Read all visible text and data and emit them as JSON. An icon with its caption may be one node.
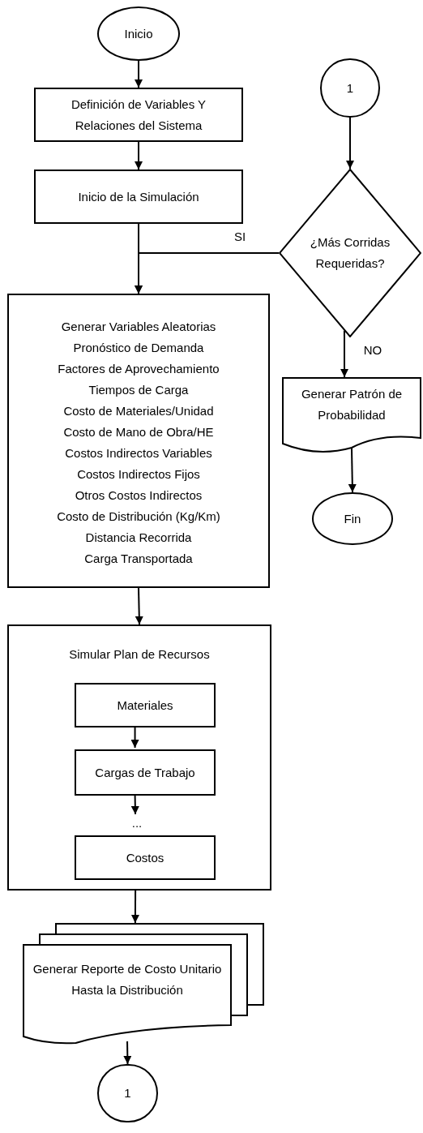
{
  "diagram": {
    "nodes": [
      {
        "text": [
          "Inicio"
        ]
      },
      {
        "text": [
          "1"
        ]
      },
      {
        "text": [
          "Definición de Variables Y Relaciones del Sistema"
        ]
      },
      {
        "text": [
          "Inicio de la Simulación"
        ]
      },
      {
        "text": [
          "¿Más Corridas Requeridas?"
        ]
      },
      {
        "text": [
          "Generar Variables Aleatorias",
          "Pronóstico de Demanda",
          "Factores de Aprovechamiento",
          "Tiempos de Carga",
          "Costo de Materiales/Unidad",
          "Costo de Mano de Obra/HE",
          "Costos Indirectos Variables",
          "Costos Indirectos Fijos",
          "Otros Costos Indirectos",
          "Costo de Distribución (Kg/Km)",
          "Distancia Recorrida",
          "Carga Transportada"
        ]
      },
      {
        "text": [
          "Generar Patrón de Probabilidad"
        ]
      },
      {
        "text": [
          "Fin"
        ]
      },
      {
        "text": [
          "Simular Plan de Recursos"
        ]
      },
      {
        "text": [
          "Materiales"
        ],
        "in": 8
      },
      {
        "text": [
          "Cargas de Trabajo"
        ],
        "in": 8
      },
      {
        "text": [
          "..."
        ],
        "in": 8
      },
      {
        "text": [
          "Costos"
        ],
        "in": 8
      },
      {
        "text": [
          "Generar Reporte de Costo Unitario Hasta la Distribución"
        ]
      },
      {
        "text": [
          "1"
        ]
      }
    ],
    "edges": [
      {
        "from": 0,
        "to": 2,
        "arrow": "to"
      },
      {
        "from": 2,
        "to": 3,
        "arrow": "to"
      },
      {
        "from": 3,
        "to": 5,
        "arrow": "to"
      },
      {
        "from": 1,
        "to": 4,
        "arrow": "to"
      },
      {
        "from": 4,
        "to": 5,
        "arrow": "to",
        "label": "SI"
      },
      {
        "from": 4,
        "to": 6,
        "arrow": "to",
        "label": "NO"
      },
      {
        "from": 6,
        "to": 7,
        "arrow": "to"
      },
      {
        "from": 5,
        "to": 8,
        "arrow": "to"
      },
      {
        "from": 9,
        "to": 10,
        "arrow": "to"
      },
      {
        "from": 10,
        "to": 11,
        "arrow": "to"
      },
      {
        "from": 8,
        "to": 13,
        "arrow": "to"
      },
      {
        "from": 13,
        "to": 14,
        "arrow": "to"
      }
    ]
  }
}
